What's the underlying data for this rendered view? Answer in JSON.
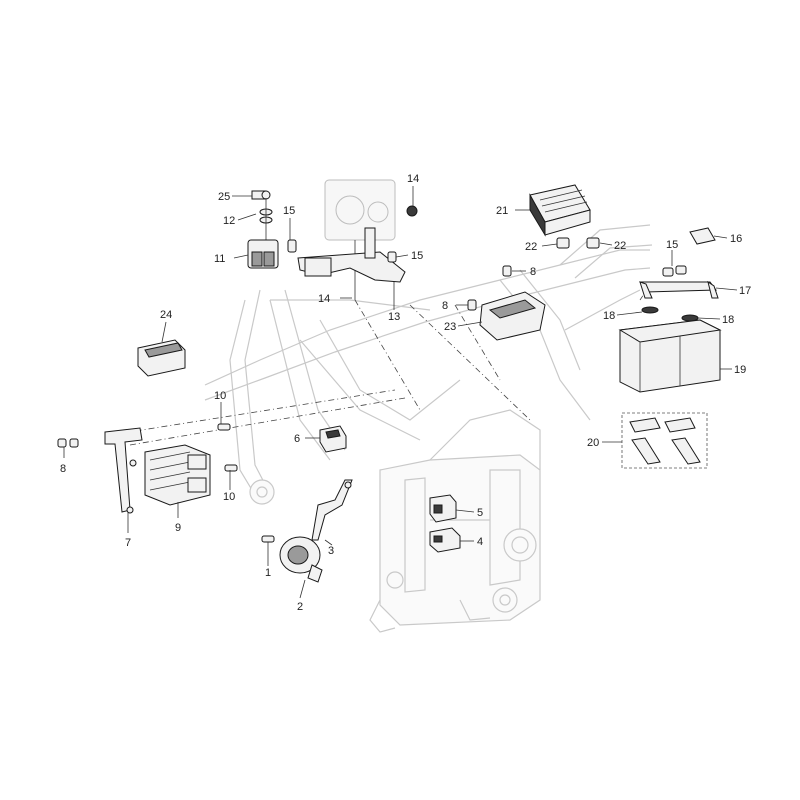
{
  "callouts": {
    "c1": "1",
    "c2": "2",
    "c3": "3",
    "c4": "4",
    "c5": "5",
    "c6": "6",
    "c7": "7",
    "c8a": "8",
    "c8b": "8",
    "c8c": "8",
    "c9": "9",
    "c10a": "10",
    "c10b": "10",
    "c11": "11",
    "c12": "12",
    "c13": "13",
    "c14a": "14",
    "c14b": "14",
    "c15a": "15",
    "c15b": "15",
    "c15c": "15",
    "c16": "16",
    "c17": "17",
    "c18a": "18",
    "c18b": "18",
    "c19": "19",
    "c20": "20",
    "c21": "21",
    "c22a": "22",
    "c22b": "22",
    "c23": "23",
    "c24": "24",
    "c25": "25"
  }
}
